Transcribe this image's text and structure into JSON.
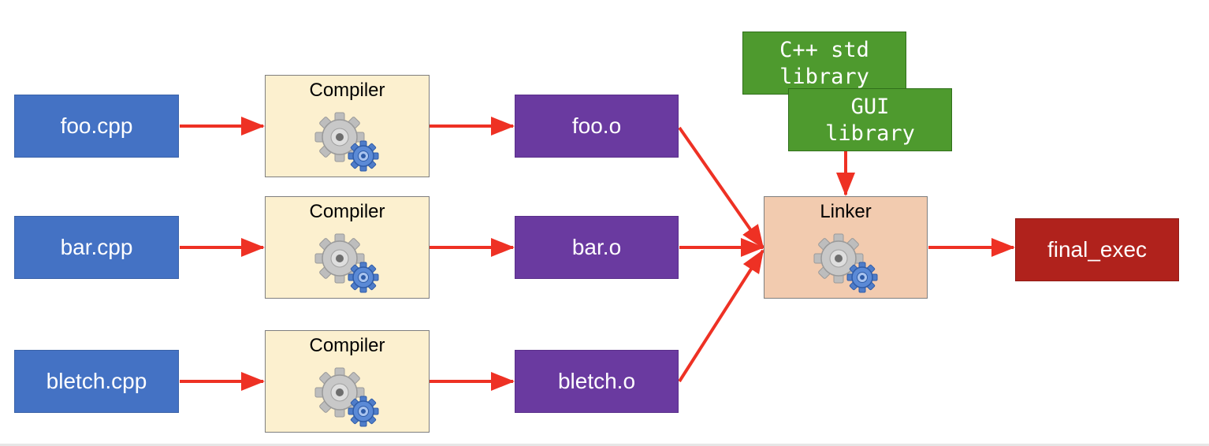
{
  "sources": [
    {
      "label": "foo.cpp"
    },
    {
      "label": "bar.cpp"
    },
    {
      "label": "bletch.cpp"
    }
  ],
  "compilers": [
    {
      "label": "Compiler"
    },
    {
      "label": "Compiler"
    },
    {
      "label": "Compiler"
    }
  ],
  "objects": [
    {
      "label": "foo.o"
    },
    {
      "label": "bar.o"
    },
    {
      "label": "bletch.o"
    }
  ],
  "libraries": [
    {
      "label": "C++ std\nlibrary"
    },
    {
      "label": "GUI\nlibrary"
    }
  ],
  "linker": {
    "label": "Linker"
  },
  "output": {
    "label": "final_exec"
  },
  "colors": {
    "source": "#4472c4",
    "object": "#6a3aa0",
    "library": "#4e9a2e",
    "output": "#b0221c",
    "compiler": "#fcf0cf",
    "linker": "#f2cbaf",
    "arrow": "#ee3124"
  },
  "icons": {
    "process": "gears-icon"
  }
}
